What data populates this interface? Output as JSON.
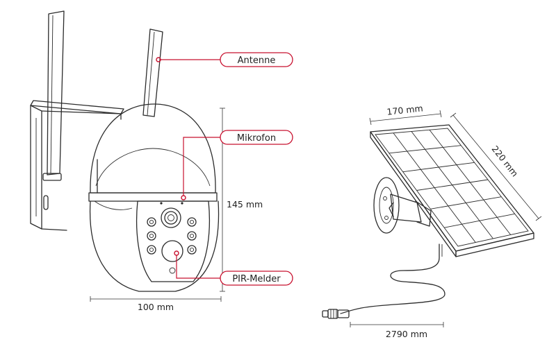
{
  "callouts": {
    "antenna": "Antenne",
    "microphone": "Mikrofon",
    "pir_sensor": "PIR-Melder"
  },
  "dimensions": {
    "camera_height": "145 mm",
    "camera_width": "100 mm",
    "panel_width": "170 mm",
    "panel_height": "220 mm",
    "cable_length": "2790 mm"
  },
  "colors": {
    "accent": "#c8102e",
    "line": "#2b2b2b"
  }
}
